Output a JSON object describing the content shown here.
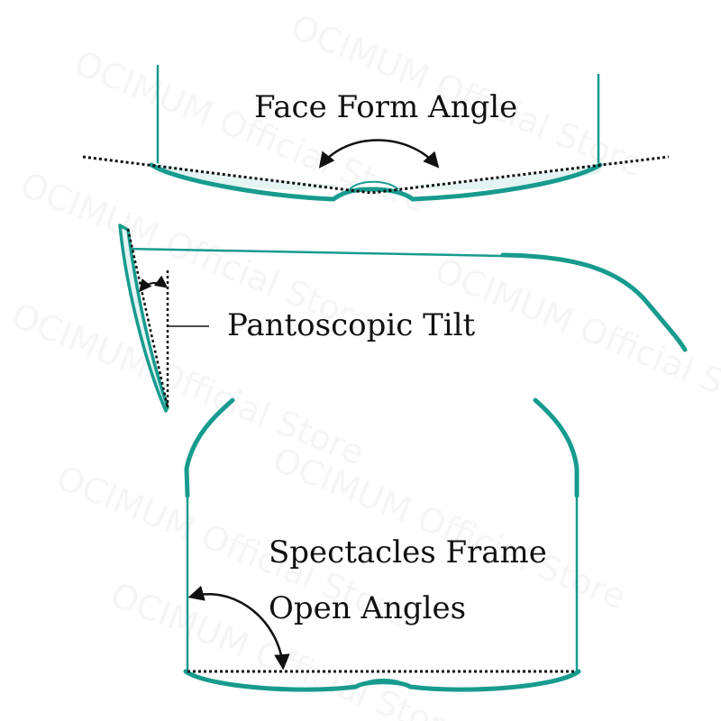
{
  "labels": {
    "face_form": "Face Form Angle",
    "pantoscopic": "Pantoscopic Tilt",
    "open_line1": "Spectacles Frame",
    "open_line2": "Open Angles"
  },
  "watermark": "OCIMUM Official Store",
  "colors": {
    "frame": "#179b8e",
    "lens_fill": "#e3f4f2",
    "guide_line": "#111111",
    "text": "#111111"
  }
}
